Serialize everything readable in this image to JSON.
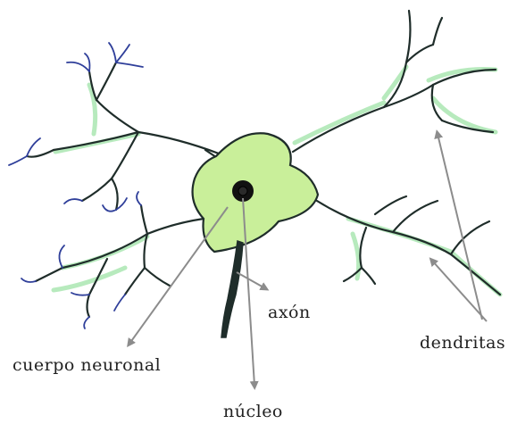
{
  "labels": {
    "axon": "axón",
    "dendrites": "dendritas",
    "cell_body": "cuerpo neuronal",
    "nucleus": "núcleo"
  },
  "colors": {
    "cell_body_fill": "#c9ef9a",
    "branch_stroke": "#1f2d2a",
    "branch_highlight": "#9fe3a8",
    "dendrite_tip": "#2f3f9a",
    "arrow": "#8c8c8c",
    "nucleus": "#111111"
  }
}
